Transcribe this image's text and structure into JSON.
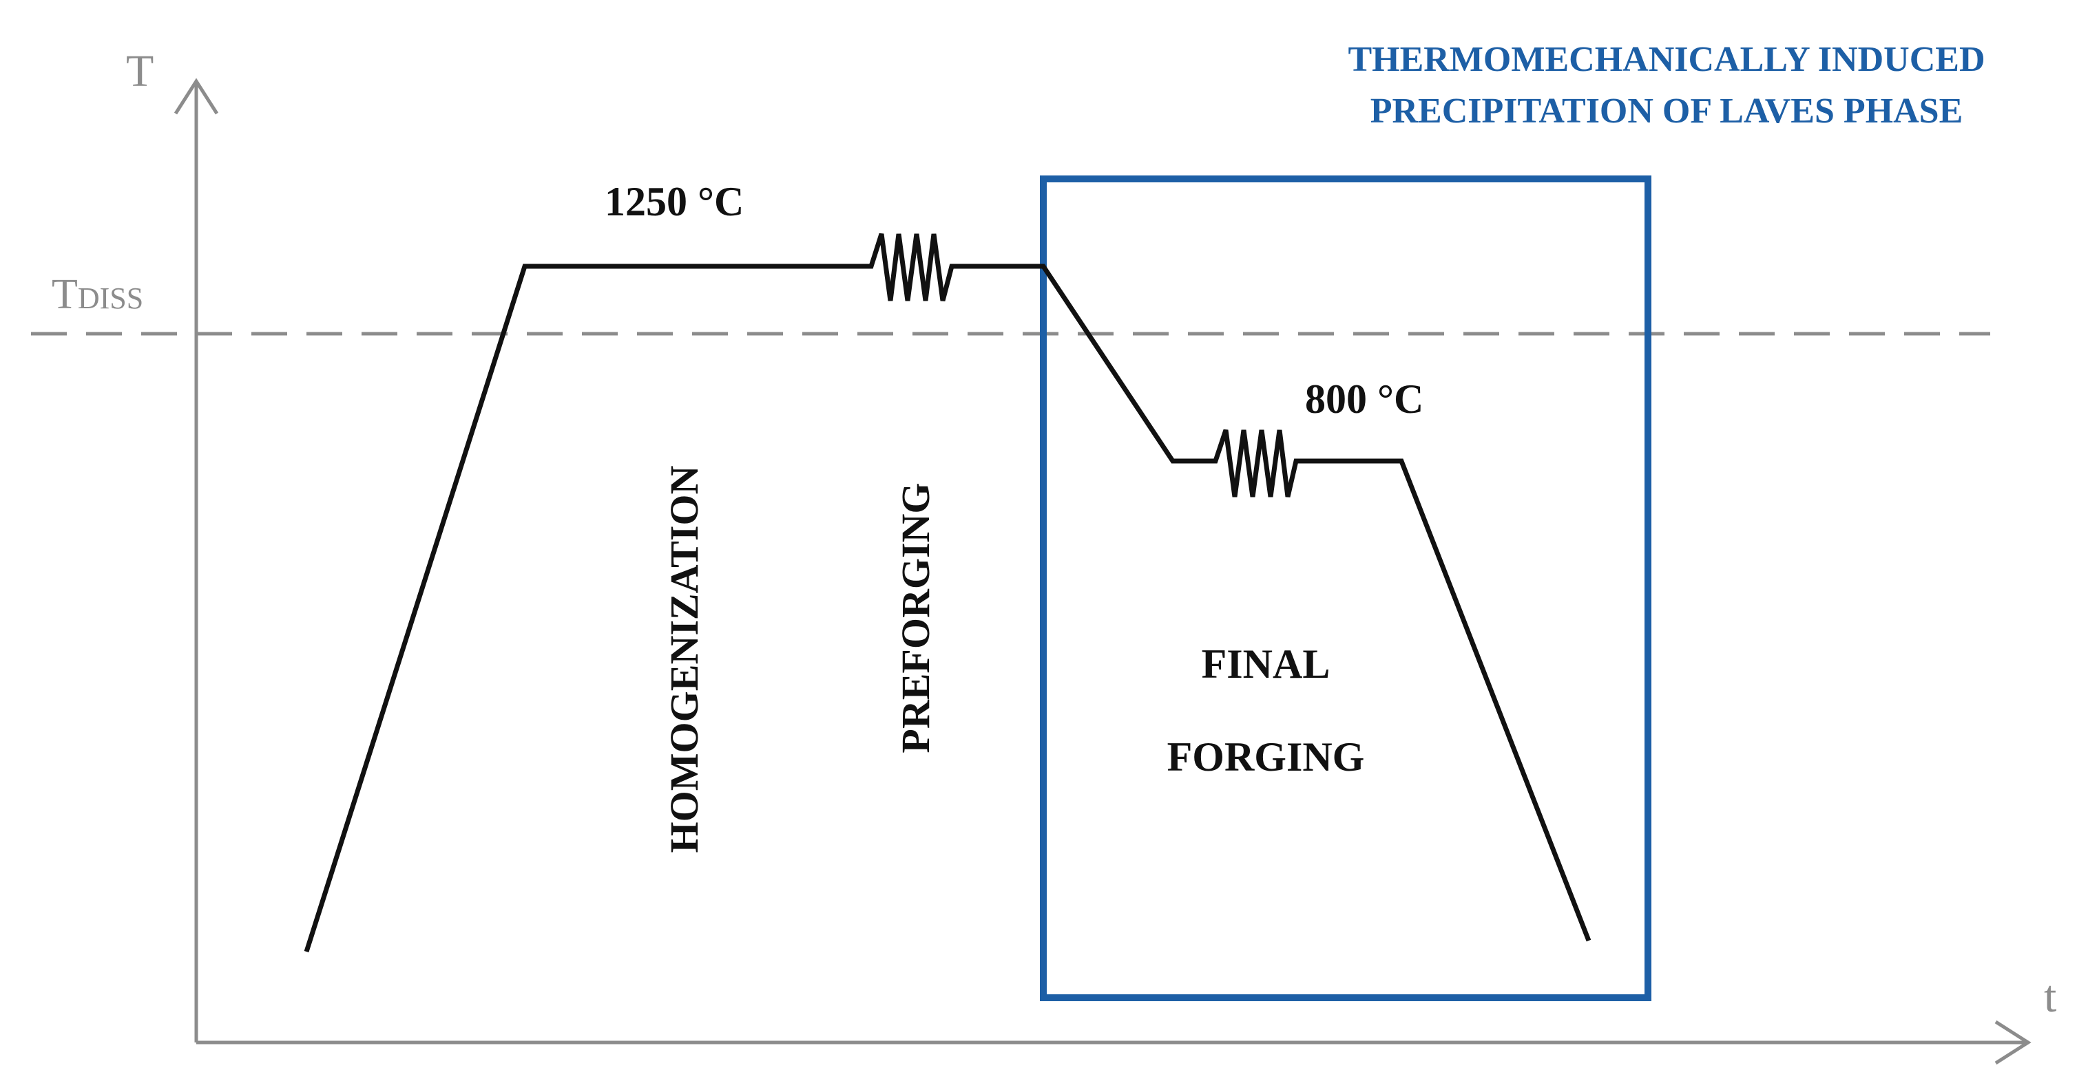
{
  "diagram": {
    "axes": {
      "y_label": "T",
      "x_label": "t"
    },
    "threshold": {
      "label_main": "T",
      "label_sub": "DISS"
    },
    "stages": {
      "top_temperature": "1250 °C",
      "low_temperature": "800 °C",
      "homogenization": "HOMOGENIZATION",
      "preforging": "PREFORGING",
      "final_forging_line1": "FINAL",
      "final_forging_line2": "FORGING"
    },
    "highlight": {
      "title_line1": "THERMOMECHANICALLY INDUCED",
      "title_line2": "PRECIPITATION OF LAVES PHASE"
    },
    "colors": {
      "axis": "#8c8c8c",
      "curve": "#111111",
      "threshold": "#8c8c8c",
      "highlight": "#1d5fa6"
    }
  }
}
